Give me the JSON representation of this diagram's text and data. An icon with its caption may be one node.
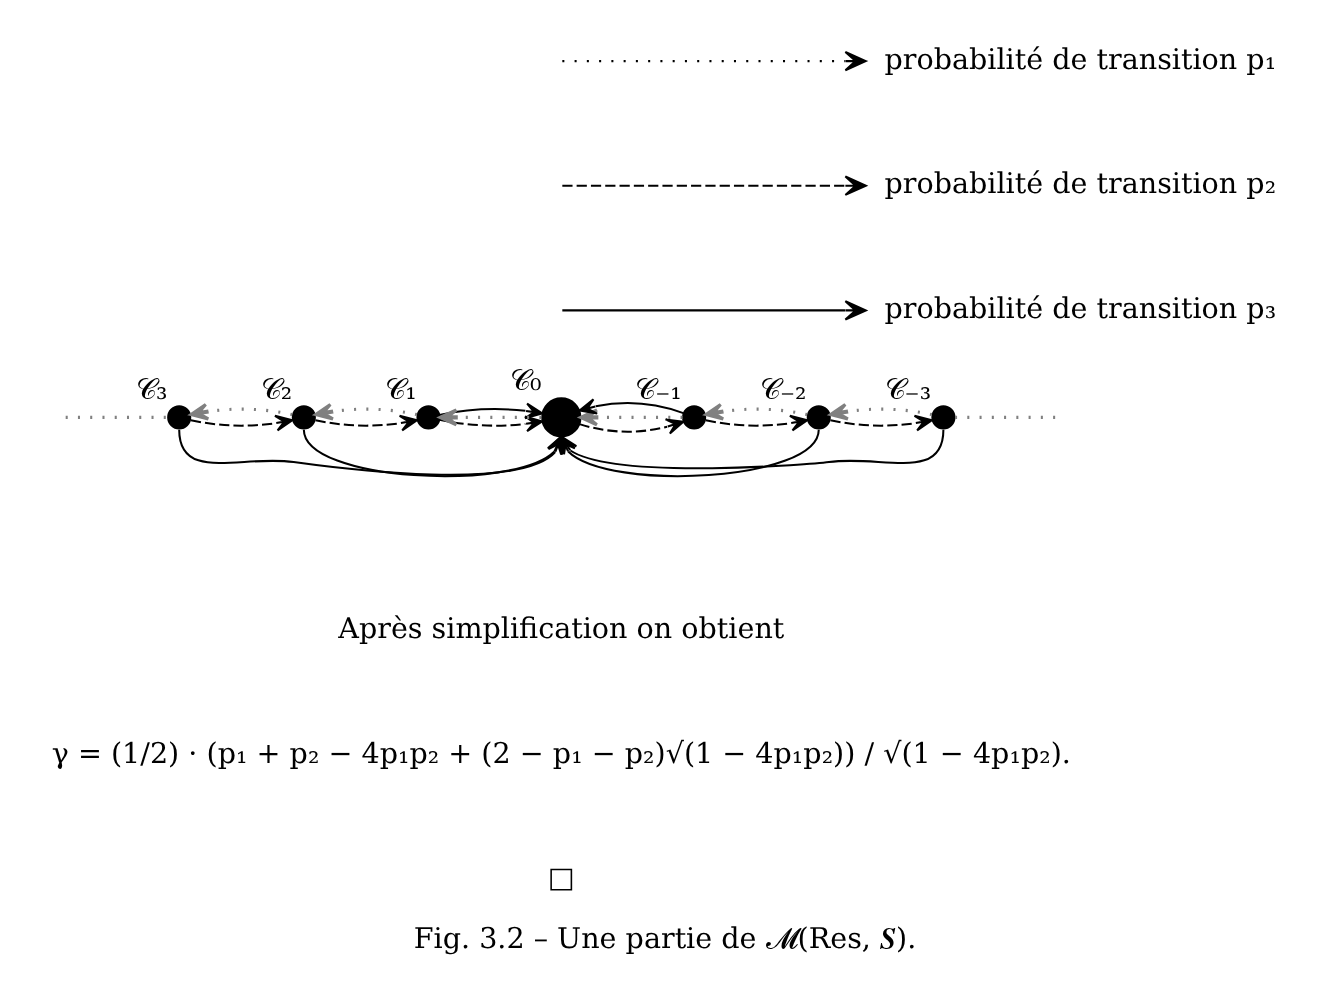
{
  "diagram": {
    "caption": "Fig. 3.2 – Une partie de 𝓜(Res, 𝑺).",
    "nodes": [
      {
        "text": [
          "𝒞₃"
        ]
      },
      {
        "text": [
          "𝒞₂"
        ]
      },
      {
        "text": [
          "𝒞₁"
        ]
      },
      {
        "text": [
          "𝒞₀"
        ]
      },
      {
        "text": [
          "𝒞₋₁"
        ]
      },
      {
        "text": [
          "𝒞₋₂"
        ]
      },
      {
        "text": [
          "𝒞₋₃"
        ]
      }
    ],
    "edges": [
      {
        "from": 0,
        "to": 1,
        "arrow": "to",
        "style": "dashed"
      },
      {
        "from": 1,
        "to": 2,
        "arrow": "to",
        "style": "dashed"
      },
      {
        "from": 2,
        "to": 3,
        "arrow": "to",
        "style": "dashed"
      },
      {
        "from": 3,
        "to": 4,
        "arrow": "to",
        "style": "dashed"
      },
      {
        "from": 4,
        "to": 5,
        "arrow": "to",
        "style": "dashed"
      },
      {
        "from": 5,
        "to": 6,
        "arrow": "to",
        "style": "dashed"
      },
      {
        "from": 1,
        "to": 0,
        "arrow": "to",
        "style": "dashed",
        "color": "#808080"
      },
      {
        "from": 2,
        "to": 1,
        "arrow": "to",
        "style": "dashed",
        "color": "#808080"
      },
      {
        "from": 3,
        "to": 2,
        "arrow": "to",
        "style": "dashed",
        "color": "#808080"
      },
      {
        "from": 4,
        "to": 3,
        "arrow": "to",
        "style": "dashed",
        "color": "#808080"
      },
      {
        "from": 5,
        "to": 4,
        "arrow": "to",
        "style": "dashed",
        "color": "#808080"
      },
      {
        "from": 6,
        "to": 5,
        "arrow": "to",
        "style": "dashed",
        "color": "#808080"
      },
      {
        "from": 2,
        "to": 3,
        "arrow": "to"
      },
      {
        "from": 4,
        "to": 3,
        "arrow": "to"
      },
      {
        "from": 1,
        "to": 3,
        "arrow": "to"
      },
      {
        "from": 5,
        "to": 3,
        "arrow": "to"
      },
      {
        "from": 0,
        "to": 3,
        "arrow": "to"
      },
      {
        "from": 6,
        "to": 3,
        "arrow": "to"
      },
      {
        "from": null,
        "to": 0,
        "arrow": "none",
        "style": "dashed",
        "color": "#808080"
      },
      {
        "from": 6,
        "to": null,
        "arrow": "none",
        "style": "dashed",
        "color": "#808080"
      }
    ],
    "labels": [
      "Après simplification on obtient",
      "γ = (1/2) · (p₁ + p₂ − 4p₁p₂ + (2 − p₁ − p₂)√(1 − 4p₁p₂)) / √(1 − 4p₁p₂).",
      "□"
    ],
    "legend": [
      {
        "text": "probabilité de transition p₁"
      },
      {
        "text": "probabilité de transition p₂"
      },
      {
        "text": "probabilité de transition p₃"
      }
    ]
  }
}
